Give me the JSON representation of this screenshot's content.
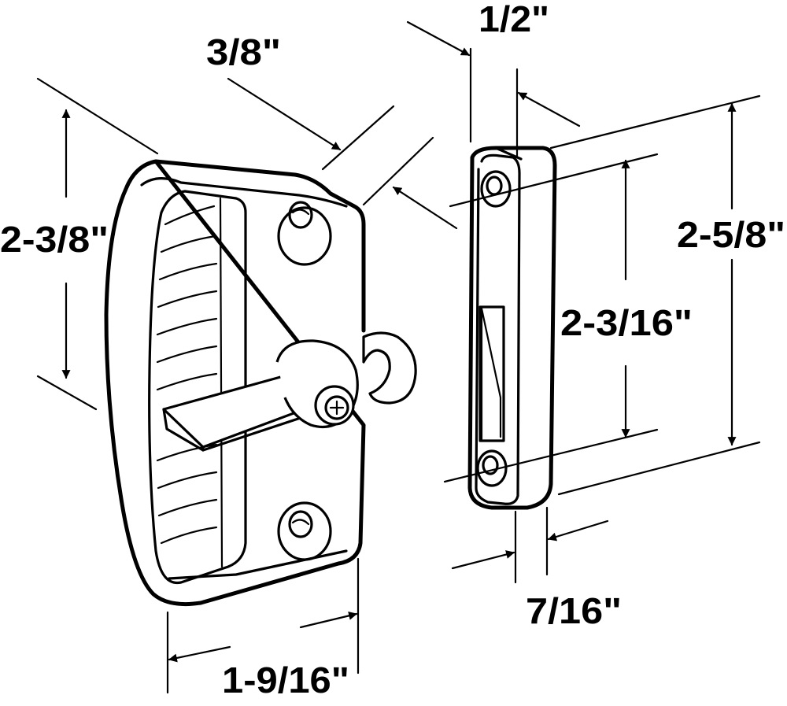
{
  "dimensions": {
    "latch_height": "2-3/8\"",
    "latch_depth": "3/8\"",
    "latch_width": "1-9/16\"",
    "keeper_width": "1/2\"",
    "keeper_thickness": "7/16\"",
    "keeper_height": "2-5/8\"",
    "hole_spacing": "2-3/16\""
  },
  "colors": {
    "line": "#000000",
    "background": "#ffffff"
  }
}
